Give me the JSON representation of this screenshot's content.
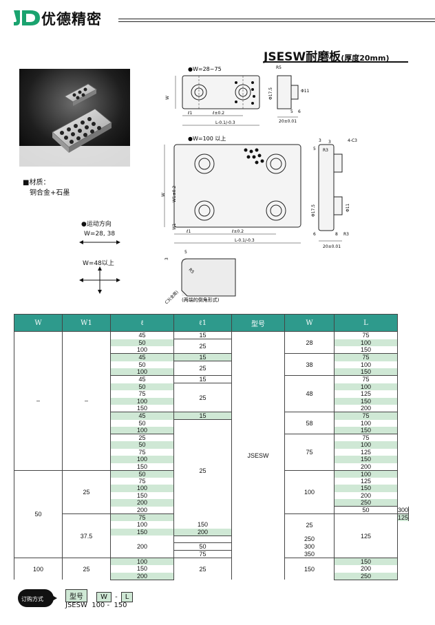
{
  "header": {
    "brand": "优德精密",
    "logo_text": "JD"
  },
  "product": {
    "title": "JSESW耐磨板",
    "title_note": "(厚度20mm)"
  },
  "material": {
    "label": "■材质：",
    "value": "铜合金+石墨"
  },
  "drawings": {
    "top_label": "●W=28~75",
    "bottom_label": "●W=100 以上",
    "dims": {
      "c5": "5",
      "c3": "3",
      "c4c3": "4-C3",
      "r5": "R5",
      "r3": "R3",
      "r3b": "R3",
      "d11": "Φ11",
      "d175": "Φ17.5",
      "d175b": "Φ17.5",
      "d11b": "Φ11",
      "w01": "W",
      "w02": "W",
      "l1": "ℓ1",
      "l": "ℓ±0.2",
      "L": "L-0.1/-0.3",
      "twenty": "20±0.01",
      "w1": "W1",
      "w1tol": "W1±0.2",
      "l1b": "ℓ1",
      "lb": "ℓ±0.2",
      "Lb": "L-0.1/-0.3",
      "twentyb": "20±0.01",
      "five": "5",
      "eight": "8",
      "six": "6",
      "five2": "5",
      "three2": "3",
      "sixb": "6"
    }
  },
  "motion": {
    "label": "●运动方向",
    "w_small": "W=28, 38",
    "w_large": "W=48以上",
    "chamfer_note": "(两端的倒角形式)",
    "c3": "C3(全周)",
    "r5": "R5",
    "five": "5",
    "three": "3"
  },
  "table": {
    "headers": [
      "W",
      "W1",
      "ℓ",
      "ℓ1",
      "型号",
      "W",
      "L"
    ],
    "model": "JSESW"
  },
  "order": {
    "badge": "订购方式",
    "model_label": "型号",
    "w_label": "W",
    "dash": "-",
    "l_label": "L",
    "example": "JSESW  100 -  150"
  }
}
